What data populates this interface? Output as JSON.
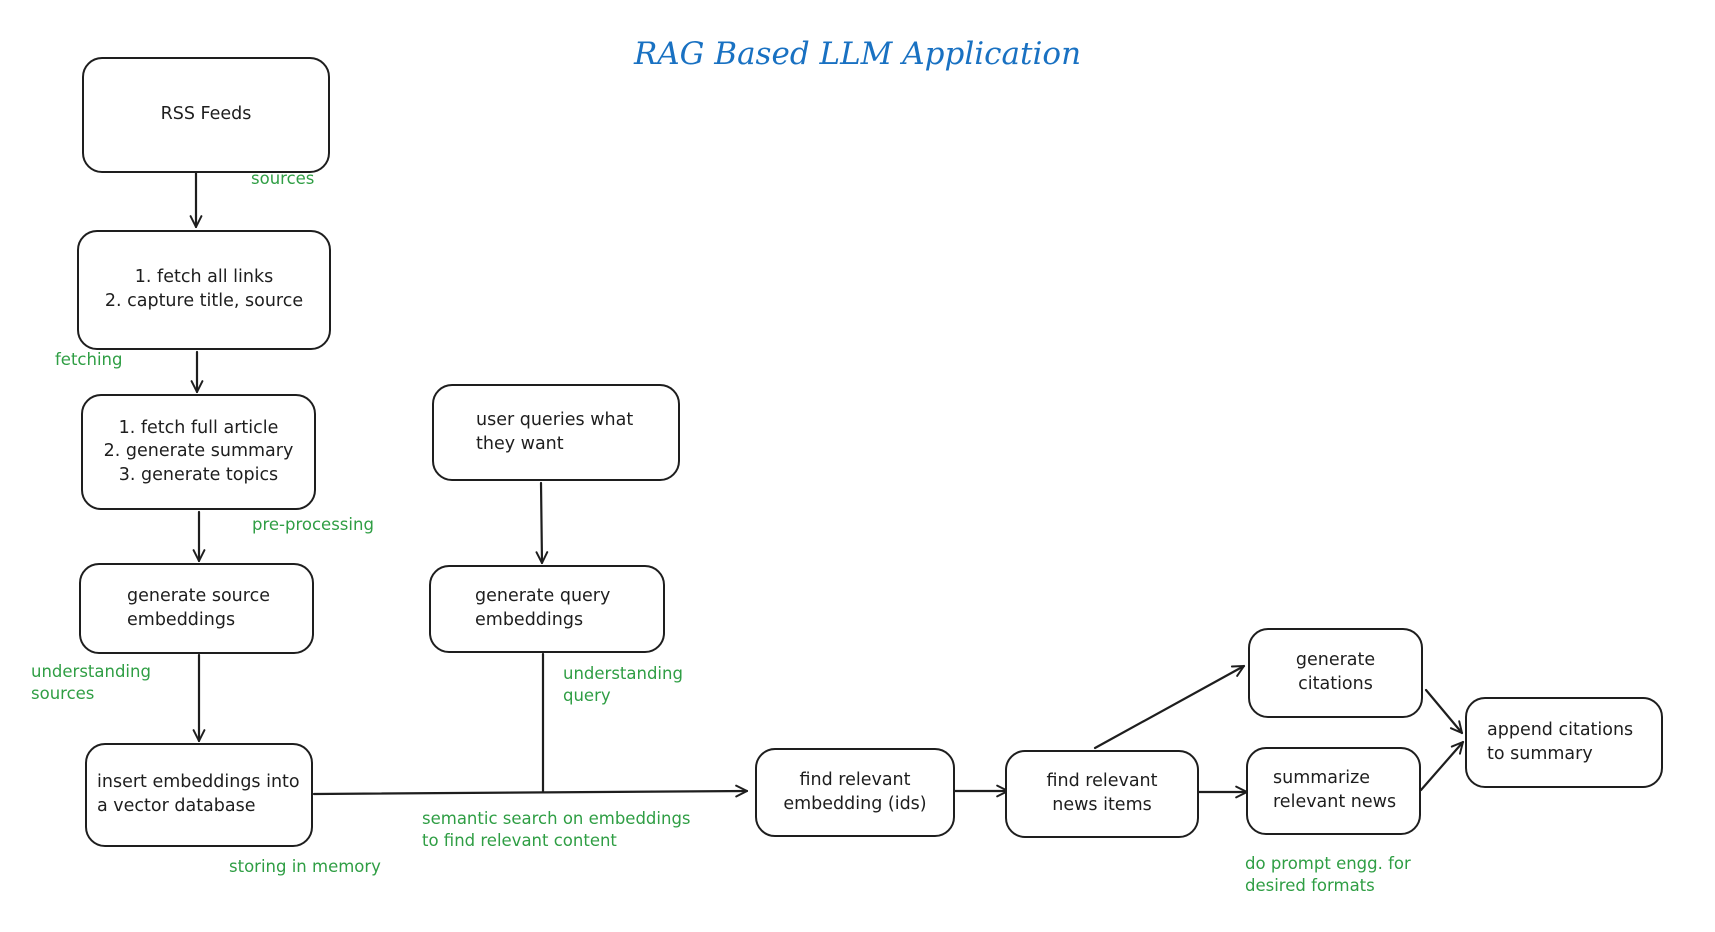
{
  "title": "RAG Based LLM Application",
  "colors": {
    "title": "#1971c2",
    "annotation": "#2f9e44",
    "stroke": "#1e1e1e"
  },
  "nodes": {
    "rss_feeds": [
      "RSS Feeds"
    ],
    "fetch_links": [
      "1. fetch all links",
      "2. capture title, source"
    ],
    "fetch_article": [
      "1. fetch full article",
      "2. generate summary",
      "3. generate topics"
    ],
    "source_embeddings": [
      "generate source",
      "embeddings"
    ],
    "insert_embeddings": [
      "insert embeddings into",
      "a vector database"
    ],
    "user_queries": [
      "user queries what",
      "they want"
    ],
    "query_embeddings": [
      "generate query",
      "embeddings"
    ],
    "find_embedding": [
      "find relevant",
      "embedding (ids)"
    ],
    "find_news": [
      "find relevant",
      "news items"
    ],
    "generate_citations": [
      "generate",
      "citations"
    ],
    "summarize_news": [
      "summarize",
      "relevant news"
    ],
    "append_citations": [
      "append citations",
      "to summary"
    ]
  },
  "annotations": {
    "sources": [
      "sources"
    ],
    "fetching": [
      "fetching"
    ],
    "pre_processing": [
      "pre-processing"
    ],
    "understanding_sources": [
      "understanding",
      "sources"
    ],
    "understanding_query": [
      "understanding",
      "query"
    ],
    "storing": [
      "storing in memory"
    ],
    "semantic_search": [
      "semantic search on embeddings",
      "to find relevant content"
    ],
    "prompt_engg": [
      "do prompt engg. for",
      "desired formats"
    ]
  }
}
